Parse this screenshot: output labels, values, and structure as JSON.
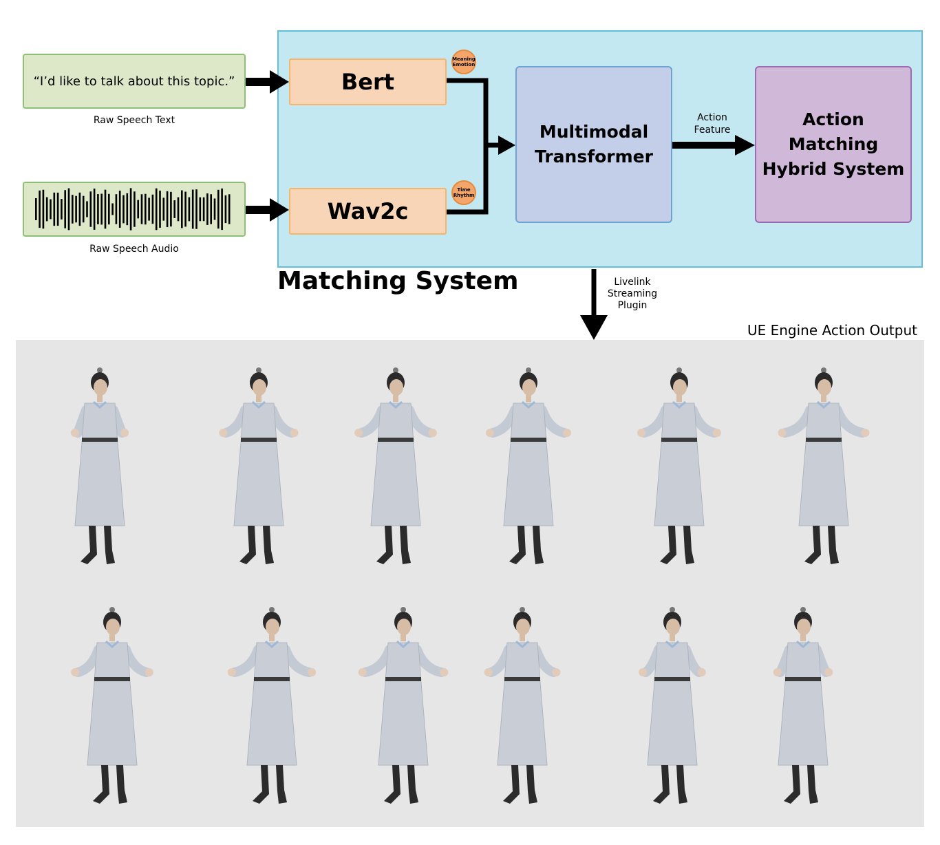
{
  "inputs": {
    "text_quote": "“I’d like to talk about this topic.”",
    "text_caption": "Raw Speech Text",
    "audio_caption": "Raw Speech Audio"
  },
  "matching_system": {
    "title": "Matching System",
    "bert_label": "Bert",
    "wav_label": "Wav2c",
    "bert_badge": [
      "Meaning",
      "Emotion"
    ],
    "wav_badge": [
      "Time",
      "Rhythm"
    ],
    "transformer_lines": [
      "Multimodal",
      "Transformer"
    ],
    "action_feature_lines": [
      "Action",
      "Feature"
    ],
    "hybrid_lines": [
      "Action Matching",
      "Hybrid System"
    ]
  },
  "streaming_label_lines": [
    "Livelink",
    "Streaming",
    "Plugin"
  ],
  "output": {
    "title": "UE Engine Action Output"
  },
  "colors": {
    "input_fill": "#dce8c8",
    "matching_fill": "#c3e8f2",
    "encoder_fill": "#f8d5b6",
    "transformer_fill": "#c3cfe8",
    "hybrid_fill": "#d0b8d8",
    "output_bg": "#e6e6e6"
  }
}
